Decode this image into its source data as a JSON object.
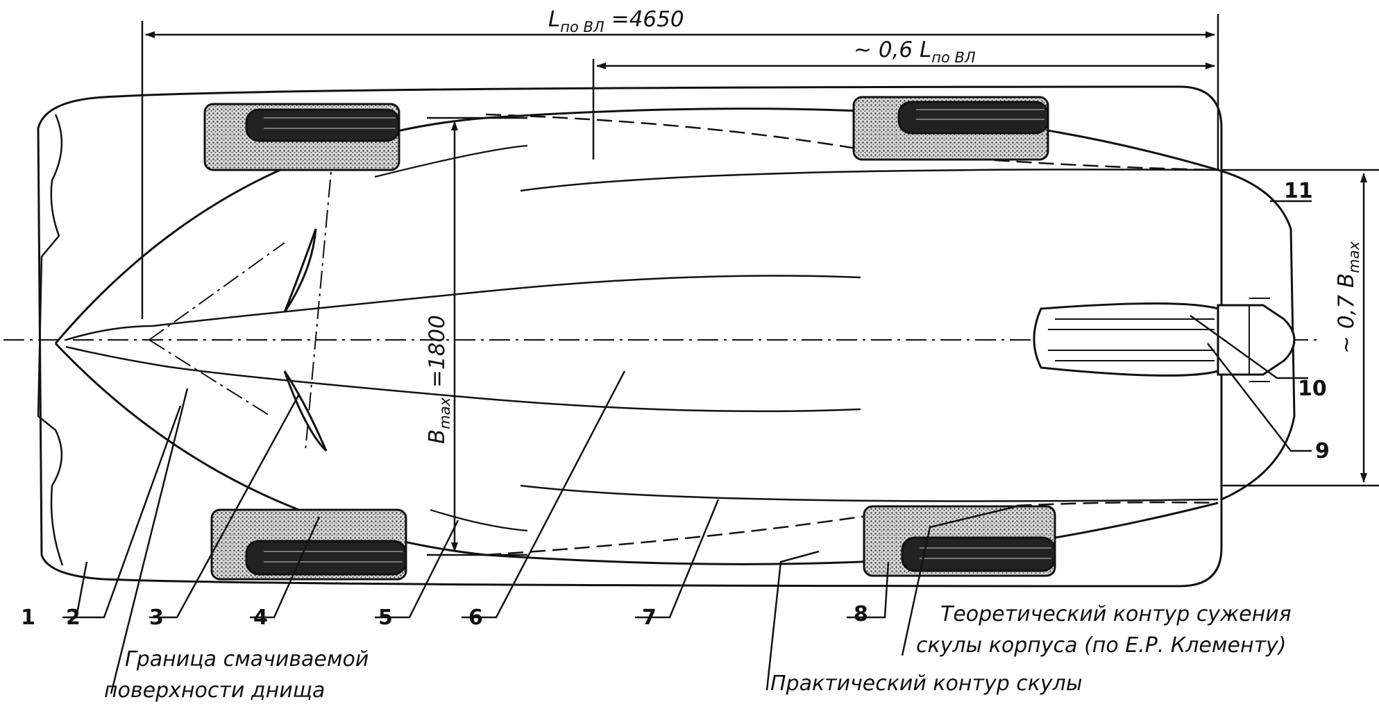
{
  "dimensions": {
    "length_label": "L",
    "length_sub": "по ВЛ",
    "length_value": "=4650",
    "fraction_label": "~ 0,6 L",
    "fraction_sub": "по ВЛ",
    "beam_label": "B",
    "beam_sub": "max",
    "beam_value": "=1800",
    "stern_label": "~ 0,7 B",
    "stern_sub": "max"
  },
  "callouts": [
    "1",
    "2",
    "3",
    "4",
    "5",
    "6",
    "7",
    "8",
    "9",
    "10",
    "11"
  ],
  "notes": {
    "wetted_line1": "Граница смачиваемой",
    "wetted_line2": "поверхности днища",
    "theoretical_line1": "Теоретический контур сужения",
    "theoretical_line2": "скулы корпуса (по Е.Р. Клементу)",
    "practical": "Практический контур скулы"
  },
  "colors": {
    "ink": "#111111",
    "paper": "#ffffff",
    "stipple": "#555555"
  }
}
